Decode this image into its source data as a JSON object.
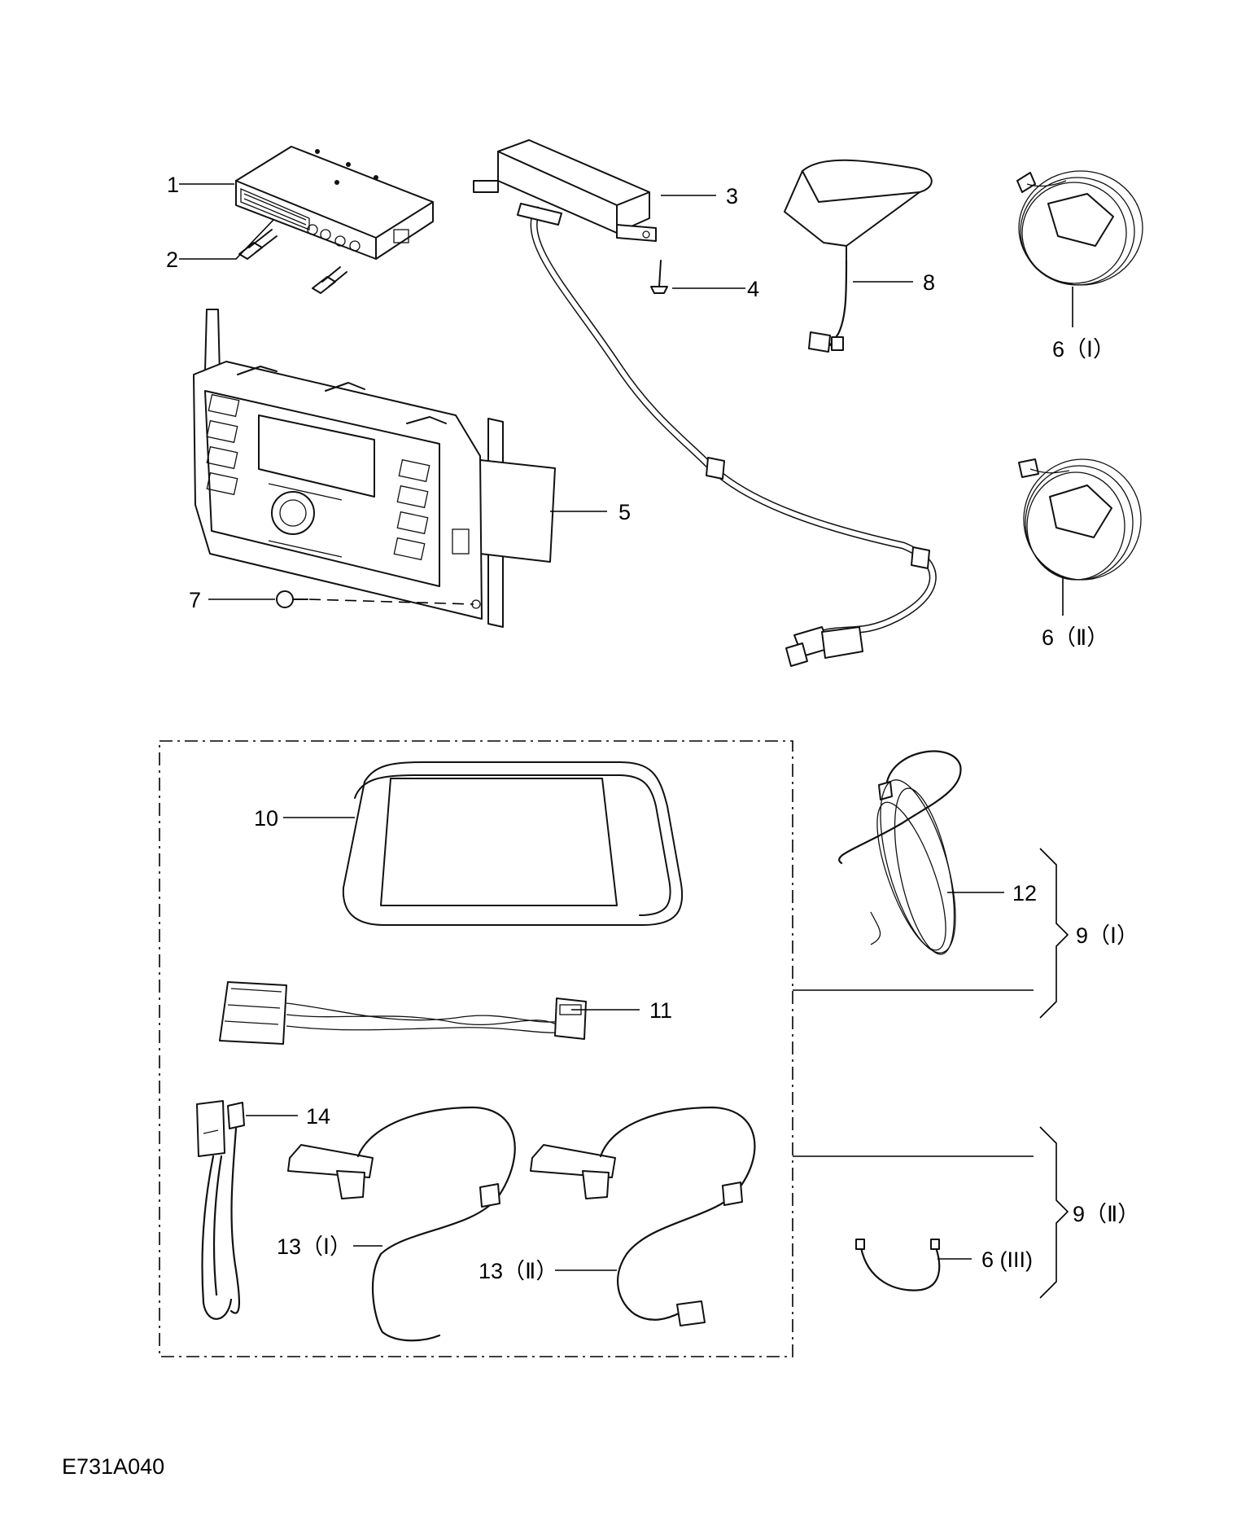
{
  "labels": {
    "l1": "1",
    "l2": "2",
    "l3": "3",
    "l4": "4",
    "l5": "5",
    "l6_1": "6（Ⅰ）",
    "l6_2": "6（Ⅱ）",
    "l6_3": "6 (III)",
    "l7": "7",
    "l8": "8",
    "l9_1": "9（Ⅰ）",
    "l9_2": "9（Ⅱ）",
    "l10": "10",
    "l11": "11",
    "l12": "12",
    "l13_1": "13（Ⅰ）",
    "l13_2": "13（Ⅱ）",
    "l14": "14"
  },
  "diagram_code": "E731A040"
}
